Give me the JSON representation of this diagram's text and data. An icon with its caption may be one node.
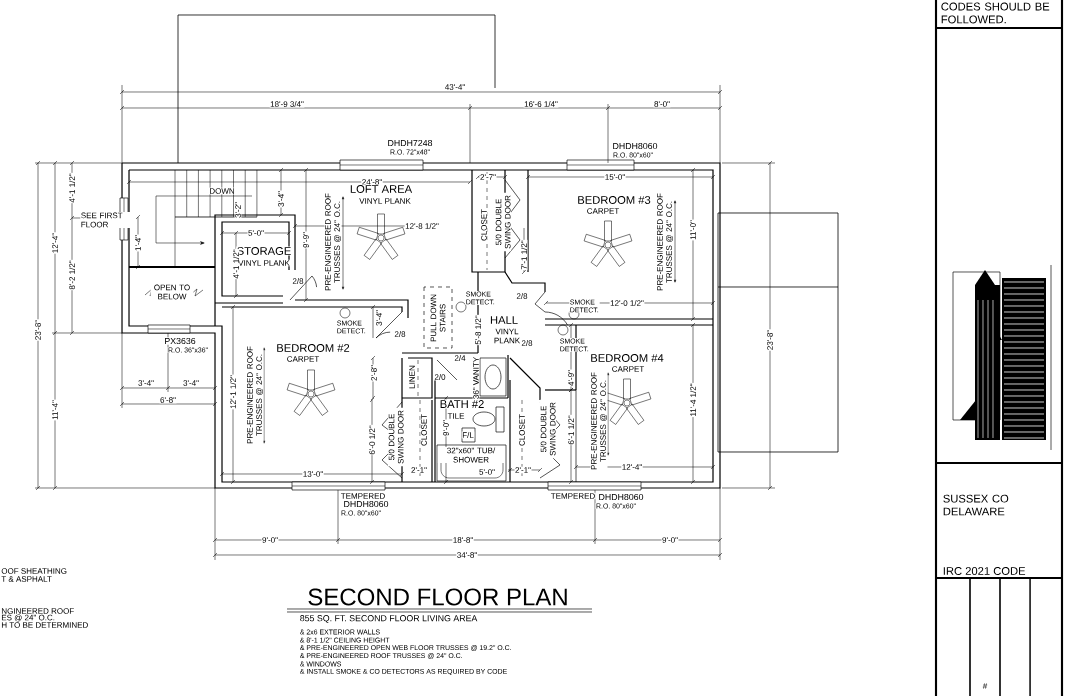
{
  "diagram": {
    "title": "SECOND FLOOR PLAN",
    "labels": [
      "CODES SHOULD BE FOLLOWED.",
      "43'-4\"",
      "18'-9 3/4\"",
      "16'-6 1/4\"",
      "8'-0\"",
      "DHDH7248",
      "R.O. 72\"x48\"",
      "DHDH8060",
      "R.O. 80\"x60\"",
      "12'-4\"",
      "4'-1 1/2\"",
      "SEE FIRST FLOOR",
      "DOWN",
      "3'-2\"",
      "3'-4\"",
      "2'-7\"",
      "24'-8\"",
      "15'-0\"",
      "LOFT AREA",
      "VINYL PLANK",
      "BEDROOM #3",
      "CARPET",
      "5'-0\"",
      "12'-8 1/2\"",
      "PRE-ENGINEERED ROOF TRUSSES @ 24\" O.C.",
      "CLOSET",
      "5/0 DOUBLE SWING DOOR",
      "PRE-ENGINEERED ROOF TRUSSES @ 24\" O.C.",
      "11'-0\"",
      "9'-9\"",
      "8'-2 1/2\"",
      "STORAGE",
      "VINYL PLANK",
      "4'-1 1/2\"",
      "1'-4\"",
      "7'-1 1/2\"",
      "2/8",
      "OPEN TO BELOW",
      "2/8",
      "12'-0 1/2\"",
      "SMOKE DETECT.",
      "SMOKE DETECT.",
      "3'-4\"",
      "PULL DOWN STAIRS",
      "5'-8 1/2\"",
      "HALL",
      "SMOKE DETECT.",
      "2/8",
      "VINYL PLANK",
      "2/8",
      "SMOKE DETECT.",
      "PX3636",
      "R.O. 36\"x36\"",
      "BEDROOM #2",
      "CARPET",
      "BEDROOM #4",
      "CARPET",
      "2/4",
      "2'-8\"",
      "LINEN",
      "2/0",
      "36\" VANITY",
      "4'-9\"",
      "3'-4\"",
      "3'-4\"",
      "12'-1 1/2\"",
      "PRE-ENGINEERED ROOF TRUSSES @ 24\" O.C.",
      "6'-8\"",
      "BATH #2",
      "11'-4\"",
      "11'-4 1/2\"",
      "PRE-ENGINEERED ROOF TRUSSES @ 24\" O.C.",
      "6'-1 1/2\"",
      "TILE",
      "F/L",
      "9'-0\"",
      "6'-0 1/2\"",
      "5/0 DOUBLE SWING DOOR",
      "CLOSET",
      "CLOSET",
      "5/0 DOUBLE SWING DOOR",
      "32\"x60\" TUB/ SHOWER",
      "2'-1\"",
      "13'-0\"",
      "5'-0\"",
      "2'-1\"",
      "12'-4\"",
      "23'-8\"",
      "23'-8\"",
      "TEMPERED",
      "TEMPERED",
      "DHDH8060",
      "DHDH8060",
      "R.O. 80\"x60\"",
      "R.O. 80\"x60\"",
      "SUSSEX CO DELAWARE",
      "9'-0\"",
      "18'-8\"",
      "9'-0\"",
      "34'-8\"",
      "OOF SHEATHING",
      "IRC 2021 CODE",
      "T & ASPHALT",
      "NGINEERED ROOF",
      "ES @ 24\" O.C.",
      "H TO BE DETERMINED",
      "855 SQ. FT. SECOND FLOOR LIVING AREA",
      "& 2x6 EXTERIOR WALLS",
      "& 8'-1 1/2\" CEILING HEIGHT",
      "& PRE-ENGINEERED OPEN WEB FLOOR TRUSSES @ 19.2\" O.C.",
      "& PRE-ENGINEERED ROOF TRUSSES @ 24\" O.C.",
      "& WINDOWS",
      "& INSTALL SMOKE & CO DETECTORS AS REQUIRED BY CODE",
      "#"
    ]
  }
}
